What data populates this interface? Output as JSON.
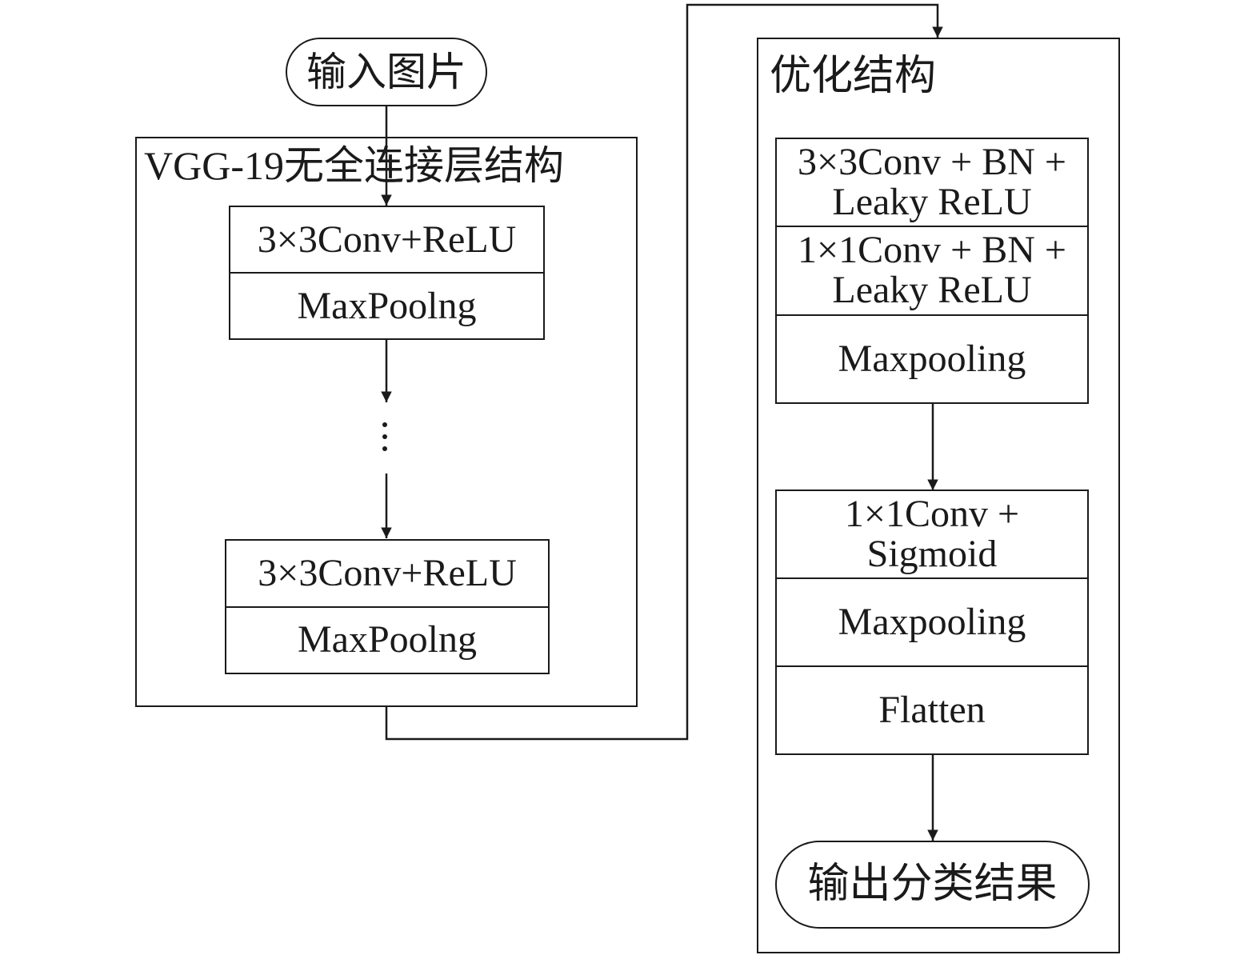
{
  "input": {
    "label": "输入图片"
  },
  "vgg": {
    "title": "VGG-19无全连接层结构",
    "block1": {
      "conv": "3×3Conv+ReLU",
      "pool": "MaxPoolng"
    },
    "block2": {
      "conv": "3×3Conv+ReLU",
      "pool": "MaxPoolng"
    }
  },
  "optimized": {
    "title": "优化结构",
    "group1": {
      "row1": {
        "line1": "3×3Conv + BN +",
        "line2": "Leaky ReLU"
      },
      "row2": {
        "line1": "1×1Conv + BN +",
        "line2": "Leaky ReLU"
      },
      "row3": "Maxpooling"
    },
    "group2": {
      "row1": {
        "line1": "1×1Conv +",
        "line2": "Sigmoid"
      },
      "row2": "Maxpooling",
      "row3": "Flatten"
    }
  },
  "output": {
    "label": "输出分类结果"
  },
  "colors": {
    "stroke": "#1a1a1a",
    "background": "#ffffff"
  }
}
